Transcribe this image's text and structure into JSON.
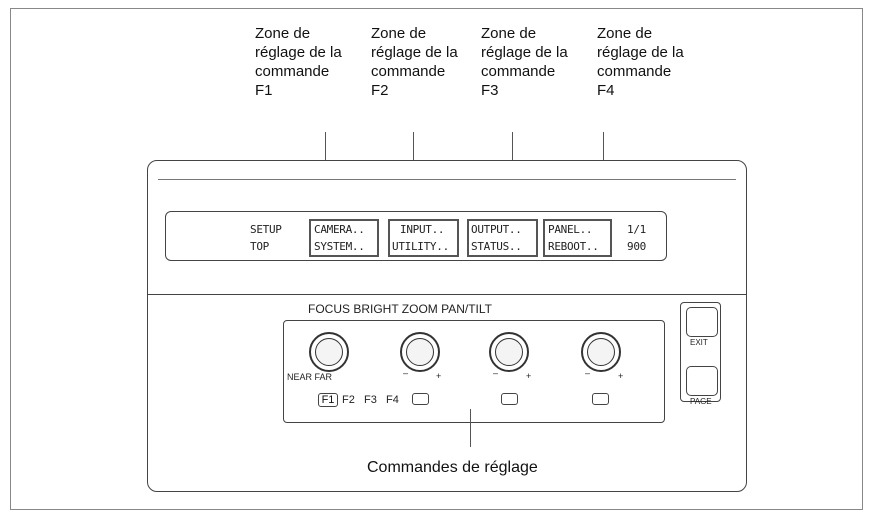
{
  "callouts": [
    {
      "lines": [
        "Zone de",
        "réglage de la",
        "commande",
        "F1"
      ]
    },
    {
      "lines": [
        "Zone de",
        "réglage de la",
        "commande",
        "F2"
      ]
    },
    {
      "lines": [
        "Zone de",
        "réglage de la",
        "commande",
        "F3"
      ]
    },
    {
      "lines": [
        "Zone de",
        "réglage de la",
        "commande",
        "F4"
      ]
    }
  ],
  "lcd": {
    "row1": [
      "SETUP",
      "CAMERA..",
      "INPUT..",
      "OUTPUT..",
      "PANEL..",
      "1/1"
    ],
    "row2": [
      "TOP",
      "SYSTEM..",
      "UTILITY..",
      "STATUS..",
      "REBOOT..",
      "900"
    ]
  },
  "knob_header": "FOCUS BRIGHT ZOOM PAN/TILT",
  "knob_labels": {
    "near_far": "NEAR FAR",
    "minus": "–",
    "plus": "+"
  },
  "f_keys": {
    "f1": "F1",
    "f2": "F2",
    "f3": "F3",
    "f4": "F4"
  },
  "side_buttons": {
    "exit": "EXIT",
    "page": "PAGE"
  },
  "bottom_caption": "Commandes de réglage"
}
